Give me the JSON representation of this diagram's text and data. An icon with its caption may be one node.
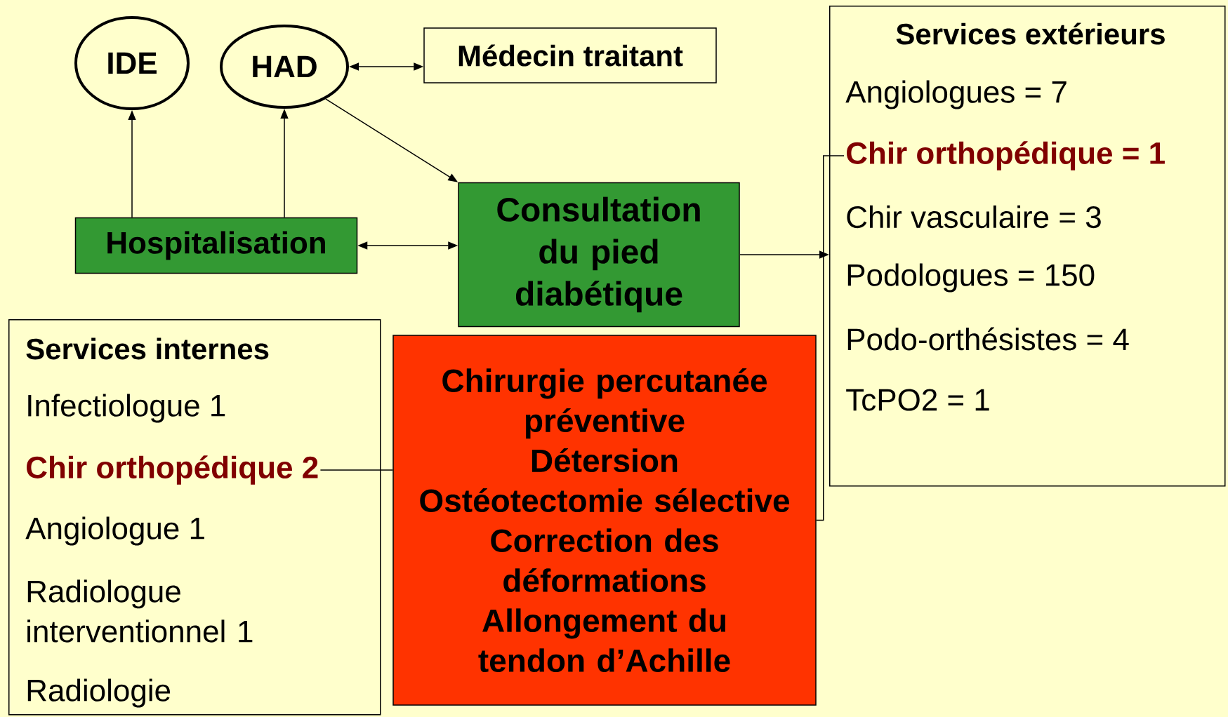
{
  "diagram": {
    "nodes": [
      {
        "text": [
          "IDE"
        ]
      },
      {
        "text": [
          "HAD"
        ]
      },
      {
        "text": [
          "Médecin traitant"
        ]
      },
      {
        "text": [
          "Services extérieurs"
        ]
      },
      {
        "text": [
          "Angiologues = 7"
        ],
        "in": 3
      },
      {
        "text": [
          "Chir orthopédique = 1"
        ],
        "in": 3
      },
      {
        "text": [
          "Chir vasculaire = 3"
        ],
        "in": 3
      },
      {
        "text": [
          "Podologues = 150"
        ],
        "in": 3
      },
      {
        "text": [
          "Podo-orthésistes = 4"
        ],
        "in": 3
      },
      {
        "text": [
          "TcPO2 = 1"
        ],
        "in": 3
      },
      {
        "text": [
          "Hospitalisation"
        ]
      },
      {
        "text": [
          "Consultation du pied diabétique"
        ]
      },
      {
        "text": [
          "Services internes"
        ]
      },
      {
        "text": [
          "Infectiologue 1"
        ],
        "in": 12
      },
      {
        "text": [
          "Chir orthopédique 2"
        ],
        "in": 12
      },
      {
        "text": [
          "Angiologue 1"
        ],
        "in": 12
      },
      {
        "text": [
          "Radiologue interventionnel 1"
        ],
        "in": 12
      },
      {
        "text": [
          "Radiologie"
        ],
        "in": 12
      },
      {
        "text": [
          "Chirurgie percutanée préventive",
          "Détersion",
          "Ostéotectomie sélective",
          "Correction des déformations",
          "Allongement du tendon d’Achille"
        ]
      }
    ],
    "edges": [
      {
        "from": 10,
        "to": 0,
        "arrow": "to"
      },
      {
        "from": 10,
        "to": 1,
        "arrow": "to"
      },
      {
        "from": 1,
        "to": 2,
        "arrow": "both"
      },
      {
        "from": 1,
        "to": 11,
        "arrow": "to"
      },
      {
        "from": 10,
        "to": 11,
        "arrow": "both"
      },
      {
        "from": 11,
        "to": 3,
        "arrow": "to"
      },
      {
        "from": 14,
        "to": 18,
        "arrow": "none"
      },
      {
        "from": 5,
        "to": 18,
        "arrow": "none"
      }
    ]
  }
}
